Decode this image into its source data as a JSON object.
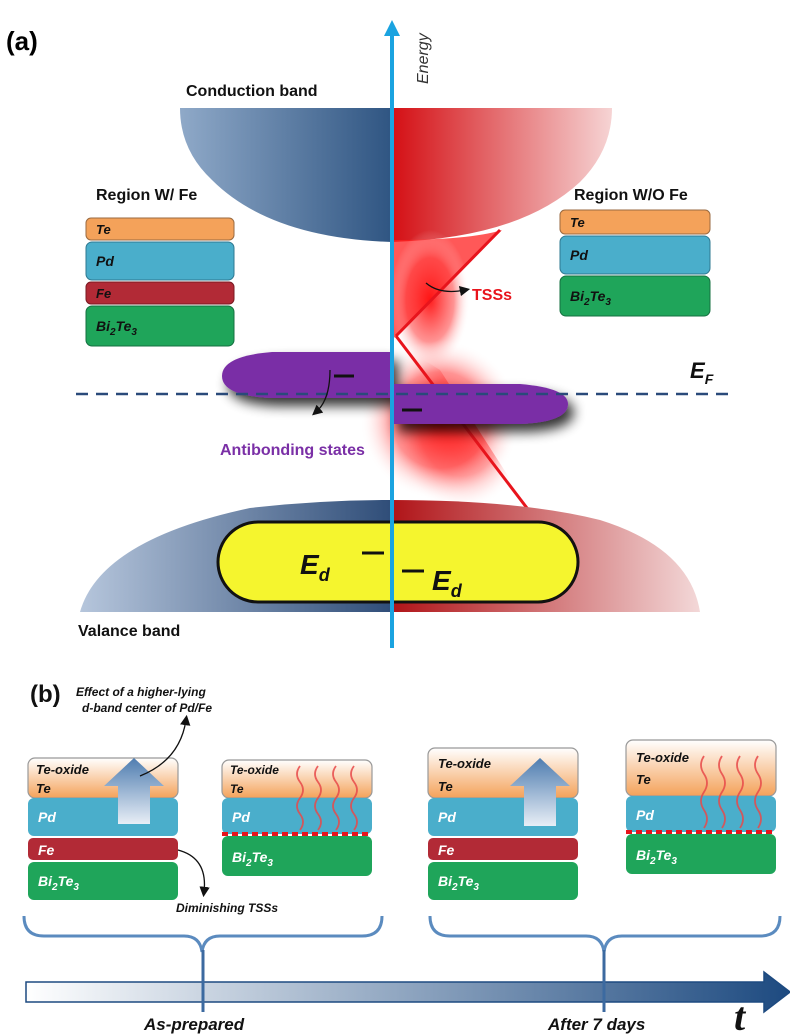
{
  "panel_a": {
    "label": "(a)",
    "axis_label": "Energy",
    "conduction_band": "Conduction band",
    "valence_band": "Valance band",
    "region_with_fe": {
      "title": "Region W/ Fe",
      "layers": [
        "Te",
        "Pd",
        "Fe",
        "Bi2Te3"
      ]
    },
    "region_without_fe": {
      "title": "Region W/O Fe",
      "layers": [
        "Te",
        "Pd",
        "Bi2Te3"
      ]
    },
    "tss_label": "TSSs",
    "fermi_label": "E",
    "fermi_sub": "F",
    "antibonding_label": "Antibonding states",
    "ed_label": "E",
    "ed_sub": "d"
  },
  "panel_b": {
    "label": "(b)",
    "effect_note_line1": "Effect of a higher-lying",
    "effect_note_line2": "d-band center of Pd/Fe",
    "diminishing_note": "Diminishing  TSSs",
    "stacks": {
      "te_oxide": "Te-oxide",
      "te": "Te",
      "pd": "Pd",
      "fe": "Fe",
      "bi_main": "Bi",
      "bi_sub": "2",
      "te_main": "Te",
      "te_sub": "3"
    },
    "timeline": {
      "as_prepared": "As-prepared",
      "after_7_days": "After 7 days",
      "time_symbol": "t"
    }
  },
  "colors": {
    "axis_blue": "#1aa3e0",
    "te_orange": "#f4a25a",
    "pd_cyan": "#4aaecb",
    "fe_red": "#b22a36",
    "bi2te3_green": "#1fa55a",
    "tss_red": "#e8141c",
    "antibonding_purple": "#7a2fa6",
    "ed_yellow": "#f5f52e",
    "fermi_dash": "#2a4a7a"
  }
}
